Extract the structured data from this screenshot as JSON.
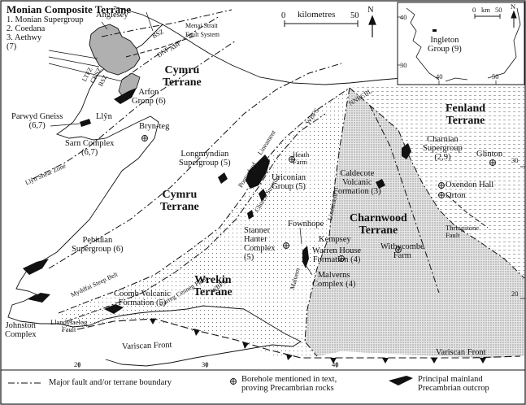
{
  "monian": {
    "title": "Monian Composite Terrane",
    "items": [
      "1. Monian Supergroup",
      "2. Coedana",
      "3. Aethwy",
      "(7)"
    ]
  },
  "places": {
    "anglesey": "Anglesey",
    "llyn": "Llŷn",
    "bryn_teg": "Bryn-teg",
    "heath_farm_1": "Heath",
    "heath_farm_2": "Farm",
    "fownhope": "Fownhope",
    "kempsey": "Kempsey",
    "withycombe_1": "Withycombe",
    "withycombe_2": "Farm",
    "glinton": "Glinton",
    "oxendon": "Oxendon Hall",
    "orton": "Orton"
  },
  "terranes": {
    "cymru_1": [
      "Cymru",
      "Terrane"
    ],
    "cymru_2": [
      "Cymru",
      "Terrane"
    ],
    "fenland": [
      "Fenland",
      "Terrane"
    ],
    "charnwood": [
      "Charnwood",
      "Terrane"
    ],
    "wrekin": [
      "Wrekin",
      "Terrane"
    ]
  },
  "units": {
    "arfon": [
      "Arfon",
      "Group (6)"
    ],
    "parwyd": [
      "Parwyd Gneiss",
      "(6,7)"
    ],
    "sarn": [
      "Sarn Complex",
      "(6,7)"
    ],
    "longmyndian": [
      "Longmyndian",
      "Supergroup (5)"
    ],
    "uriconian": [
      "Uriconian",
      "Group (5)"
    ],
    "caldecote": [
      "Caldecote",
      "Volcanic",
      "Formation (3)"
    ],
    "charnian": [
      "Charnian",
      "Supergroup",
      "(2,9)"
    ],
    "stanner": [
      "Stanner",
      "Hanter",
      "Complex",
      "(5)"
    ],
    "warren": [
      "Warren House",
      "Formation (4)"
    ],
    "malverns": [
      "Malverns",
      "Complex (4)"
    ],
    "pebidian": [
      "Pebidian",
      "Supergroup (6)"
    ],
    "coomb": [
      "Coomb Volcanic",
      "Formation (5)"
    ],
    "johnston": [
      "Johnston",
      "Complex"
    ]
  },
  "faults": {
    "menai": [
      "Menai Strait",
      "Fault System"
    ],
    "llyn_shear": "Llŷn Shear Zone",
    "llandyfaelog": [
      "Llandyfaelog",
      "Fault"
    ],
    "thringstone": [
      "Thringstone",
      "Fault"
    ],
    "variscan_1": "Variscan Front",
    "variscan_2": "Variscan Front",
    "myddfai": "Myddfai Steep Belt",
    "carreg": "Carreg Cennen Fault",
    "wbfs_1": "WBFS",
    "wbfs_2": "WBFS",
    "pontesford": "Pontesford",
    "church_stretton": "Church Stretton",
    "lineament_1": "Lineament",
    "lineament_2": "Lineament",
    "malvern_lin": "Malvern",
    "nnecbl": "NNECBL",
    "bsz_1": "BSZ",
    "bsz_2": "BSZ",
    "dnf": "DNF",
    "abf": "ABF",
    "ltfz": "LTFZ",
    "cksz": "CKSZ"
  },
  "scale": {
    "start": "0",
    "label": "kilometres",
    "end": "50",
    "north": "N"
  },
  "inset": {
    "y1": "40",
    "y2": "30",
    "x1": "40",
    "x2": "50",
    "scale_start": "0",
    "scale_label": "km",
    "scale_end": "50",
    "north": "N",
    "label_1": "Ingleton",
    "label_2": "Group (9)"
  },
  "grid": {
    "x_20": "20",
    "x_30": "30",
    "x_40": "40",
    "y_30": "30",
    "y_20": "20"
  },
  "legend": {
    "fault": "Major fault and/or terrane boundary",
    "borehole_1": "Borehole mentioned in text,",
    "borehole_2": "proving Precambrian rocks",
    "outcrop_1": "Principal mainland",
    "outcrop_2": "Precambrian outcrop"
  },
  "colors": {
    "outcrop": "#111111",
    "anglesey": "#b0b0b0",
    "line": "#111111"
  }
}
